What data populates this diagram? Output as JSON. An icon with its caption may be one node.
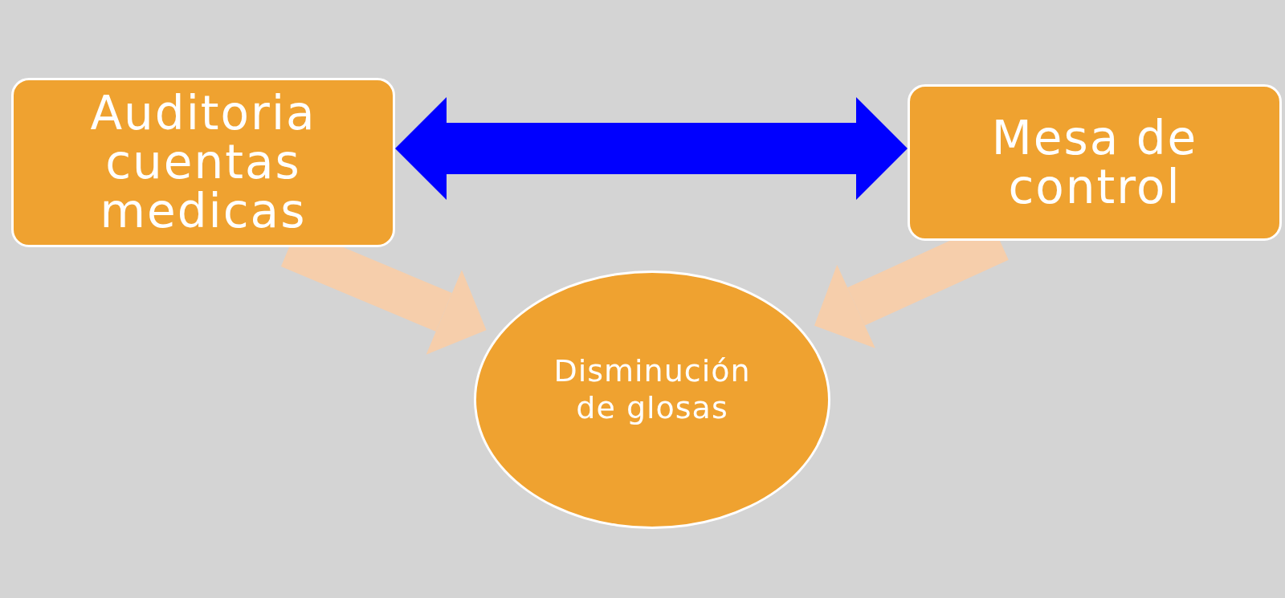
{
  "diagram": {
    "nodes": [
      {
        "text": [
          "Auditoria cuentas medicas"
        ]
      },
      {
        "text": [
          "Mesa de control"
        ]
      },
      {
        "text": [
          "Disminución de glosas"
        ]
      }
    ],
    "edges": [
      {
        "from": 0,
        "to": 1,
        "arrow": "both",
        "color": "#0000ff"
      },
      {
        "from": 0,
        "to": 2,
        "arrow": "to"
      },
      {
        "from": 1,
        "to": 2,
        "arrow": "to"
      }
    ]
  }
}
